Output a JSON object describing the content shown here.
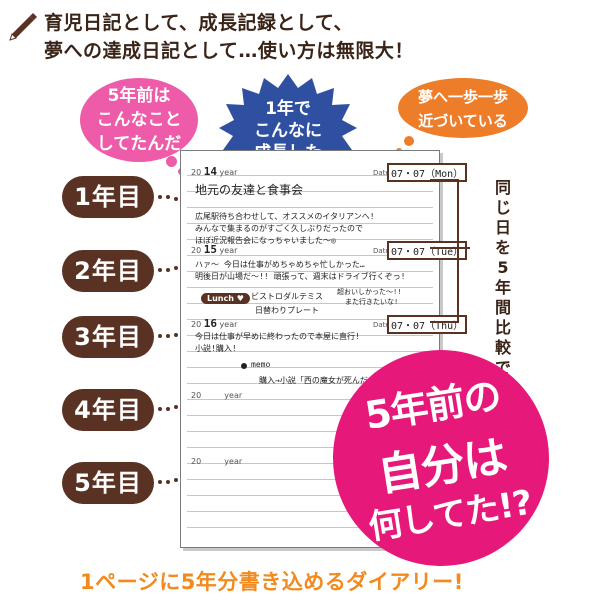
{
  "header": {
    "line1": "育児日記として、成長記録として、",
    "line2": "夢への達成日記として…使い方は無限大！"
  },
  "bubbles": {
    "pink": [
      "5年前は",
      "こんなこと",
      "してたんだ"
    ],
    "blue": [
      "1年で",
      "こんなに",
      "成長した"
    ],
    "orange": [
      "夢へ一歩一歩",
      "近づいている"
    ]
  },
  "years": [
    "1年目",
    "2年目",
    "3年目",
    "4年目",
    "5年目"
  ],
  "vertical_text": "同じ日を5年間比較できる",
  "big_circle": [
    "5年前の",
    "自分は",
    "何してた!?"
  ],
  "footer": "1ページに5年分書き込めるダイアリー!",
  "diary": {
    "year_label": "year",
    "date_label": "Date",
    "prefix": "20",
    "entries": [
      {
        "year": "14",
        "date": "07・07（Mon）",
        "lines": [
          "地元の友達と食事会",
          "広尾駅待ち合わせして、オススメのイタリアンへ!",
          "みんなで集まるのがすごく久しぶりだったので",
          "ほぼ近況報告会になっちゃいました～◎"
        ]
      },
      {
        "year": "15",
        "date": "07・07（Tue）",
        "lines": [
          "ハァ～ 今日は仕事がめちゃめちゃ忙しかった…",
          "明後日が山場だ～!! 頑張って、週末はドライブ行くぞっ!"
        ],
        "lunch_label": "Lunch ♥",
        "lunch_lines": [
          "ビストロダルテミス",
          "日替わりプレート"
        ],
        "lunch_note": [
          "超おいしかった～!!",
          "また行きたいな!"
        ]
      },
      {
        "year": "16",
        "date": "07・07（Thu）",
        "lines": [
          "今日は仕事が早めに終わったので本屋に直行!",
          "小説!購入!"
        ],
        "memo_label": "memo",
        "memo_line": "購入→小説「西の魔女が死んだ」"
      }
    ]
  }
}
